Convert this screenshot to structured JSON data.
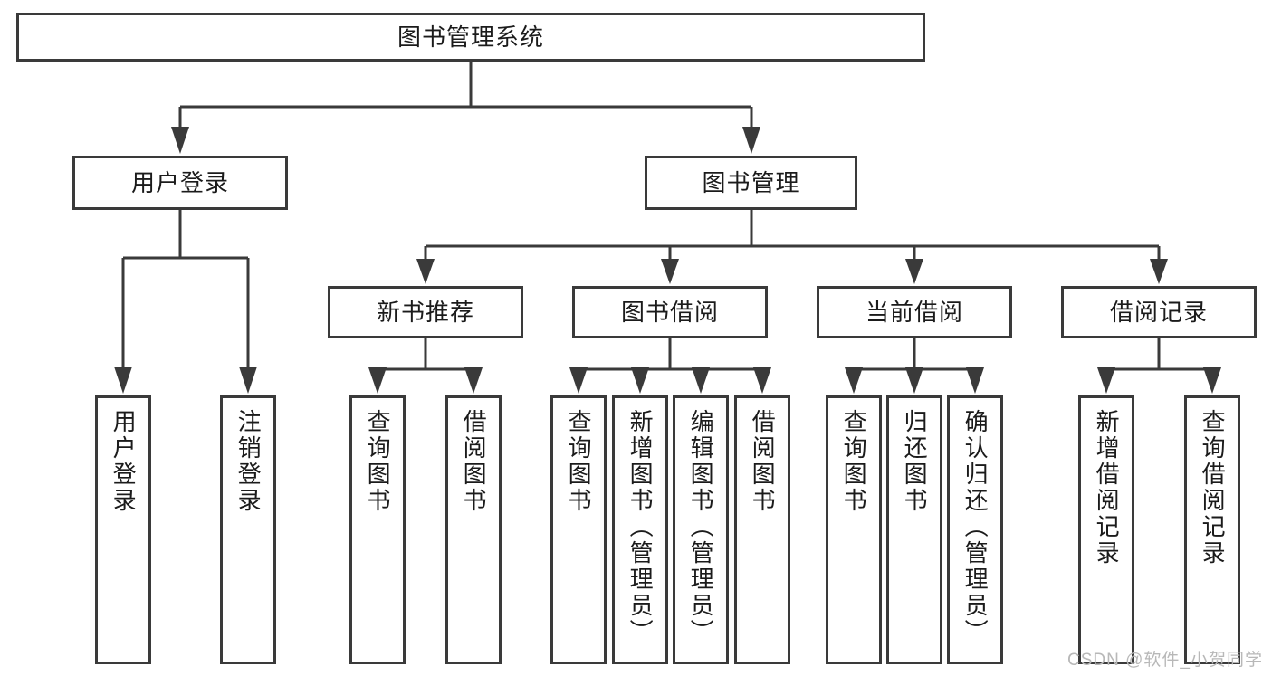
{
  "diagram": {
    "title": "图书管理系统",
    "type": "tree-hierarchy-chart",
    "root": {
      "label": "图书管理系统"
    },
    "level2": [
      {
        "label": "用户登录"
      },
      {
        "label": "图书管理"
      }
    ],
    "level3": [
      {
        "label": "新书推荐"
      },
      {
        "label": "图书借阅"
      },
      {
        "label": "当前借阅"
      },
      {
        "label": "借阅记录"
      }
    ],
    "leaves": {
      "user_login": [
        {
          "label": "用户登录"
        },
        {
          "label": "注销登录"
        }
      ],
      "new_book_recommend": [
        {
          "label": "查询图书"
        },
        {
          "label": "借阅图书"
        }
      ],
      "book_borrow": [
        {
          "label": "查询图书"
        },
        {
          "label": "新增图书（管理员）"
        },
        {
          "label": "编辑图书（管理员）"
        },
        {
          "label": "借阅图书"
        }
      ],
      "current_borrow": [
        {
          "label": "查询图书"
        },
        {
          "label": "归还图书"
        },
        {
          "label": "确认归还（管理员）"
        }
      ],
      "borrow_record": [
        {
          "label": "新增借阅记录"
        },
        {
          "label": "查询借阅记录"
        }
      ]
    },
    "watermark": "CSDN @软件_小贺同学",
    "colors": {
      "border": "#3a3a3a",
      "text": "#1b1b1b",
      "background": "#ffffff",
      "watermark": "#b8b8b8"
    }
  }
}
